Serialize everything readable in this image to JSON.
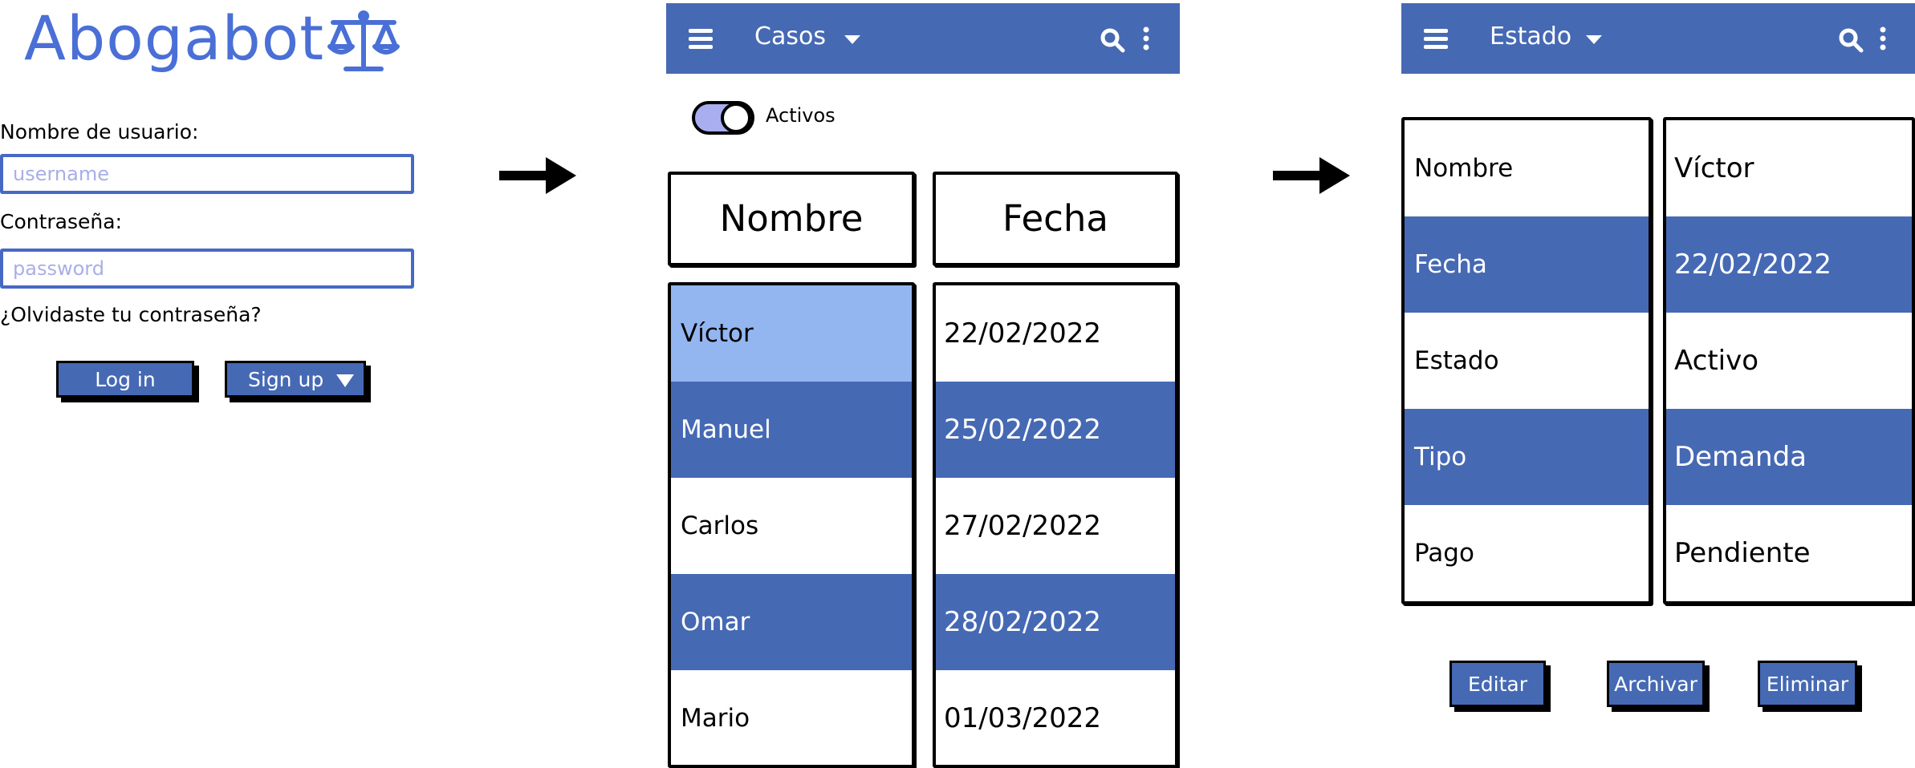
{
  "login": {
    "brand": "Abogabot",
    "username_label": "Nombre de usuario:",
    "username_placeholder": "username",
    "password_label": "Contraseña:",
    "password_placeholder": "password",
    "forgot_link": "¿Olvidaste tu contraseña?",
    "login_button": "Log in",
    "signup_button": "Sign up"
  },
  "cases_screen": {
    "title": "Casos",
    "toggle_label": "Activos",
    "columns": [
      "Nombre",
      "Fecha"
    ],
    "rows": [
      {
        "name": "Víctor",
        "date": "22/02/2022"
      },
      {
        "name": "Manuel",
        "date": "25/02/2022"
      },
      {
        "name": "Carlos",
        "date": "27/02/2022"
      },
      {
        "name": "Omar",
        "date": "28/02/2022"
      },
      {
        "name": "Mario",
        "date": "01/03/2022"
      }
    ]
  },
  "detail_screen": {
    "title": "Estado",
    "fields": [
      {
        "label": "Nombre",
        "value": "Víctor"
      },
      {
        "label": "Fecha",
        "value": "22/02/2022"
      },
      {
        "label": "Estado",
        "value": "Activo"
      },
      {
        "label": "Tipo",
        "value": "Demanda"
      },
      {
        "label": "Pago",
        "value": "Pendiente"
      }
    ],
    "edit_button": "Editar",
    "archive_button": "Archivar",
    "delete_button": "Eliminar"
  },
  "colors": {
    "brand": "#4a6fd6",
    "appbar": "#4669b4",
    "selected_row": "#93b6f0",
    "placeholder": "#a9aee8"
  },
  "icons": [
    "scales-of-justice-icon",
    "arrow-right-icon",
    "hamburger-menu-icon",
    "chevron-down-icon",
    "search-icon",
    "more-vertical-icon"
  ]
}
